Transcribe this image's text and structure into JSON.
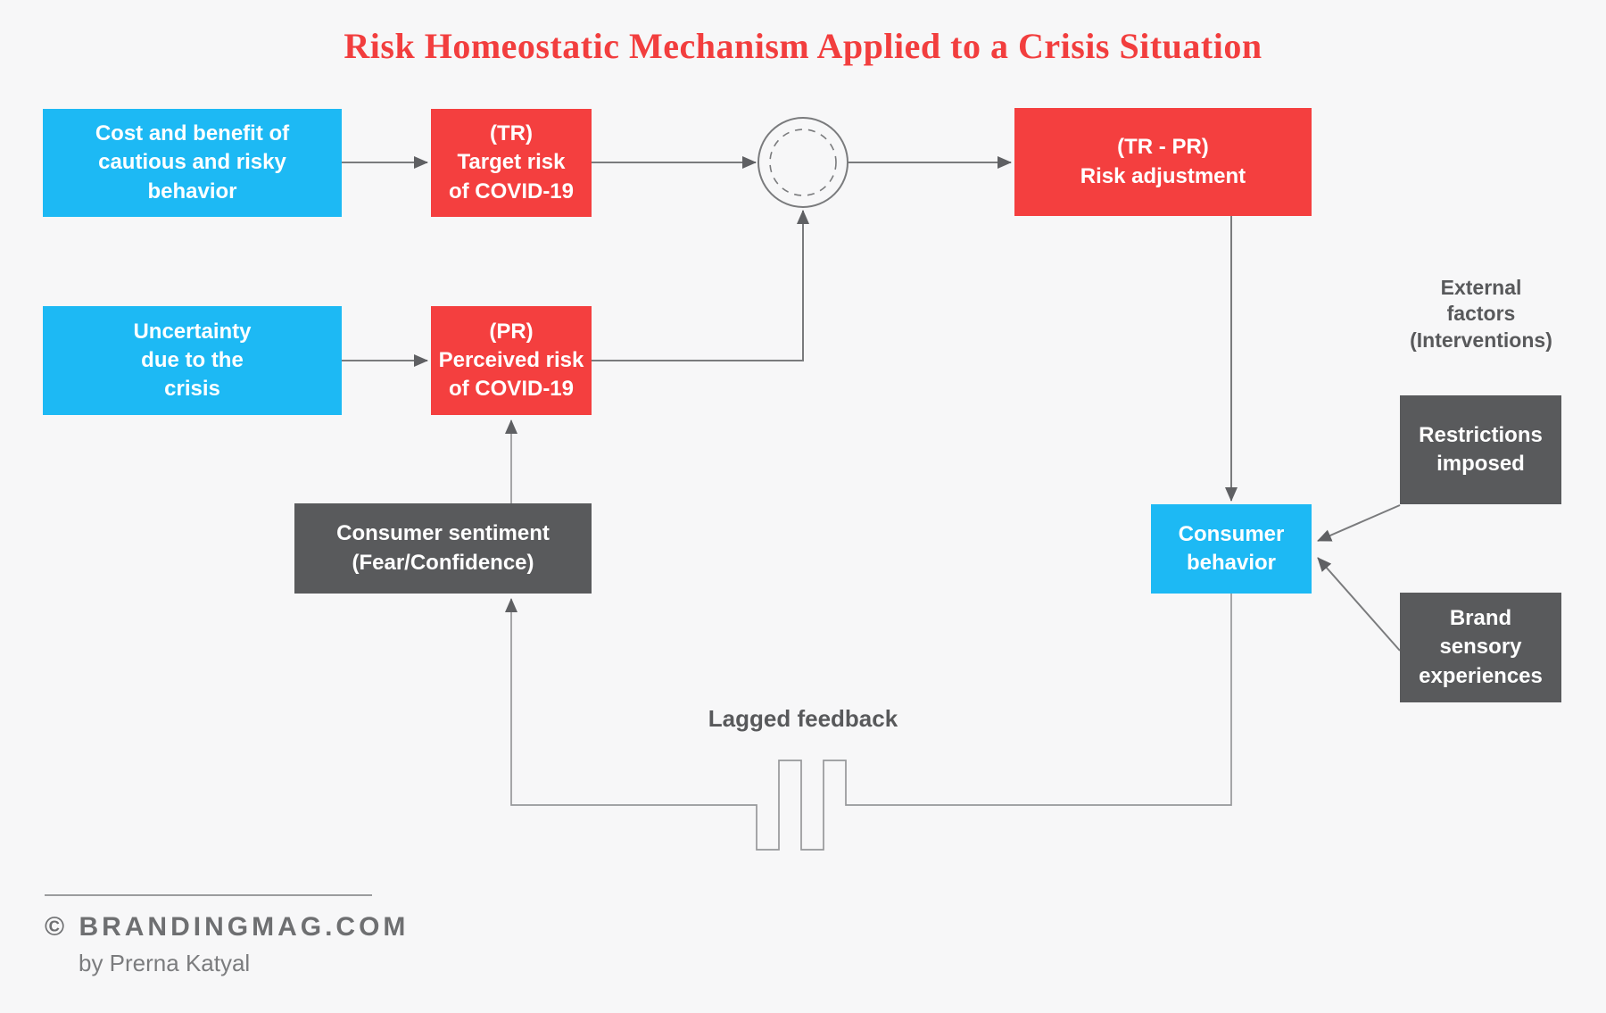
{
  "title": "Risk Homeostatic Mechanism Applied to a Crisis Situation",
  "colors": {
    "background": "#f7f7f8",
    "box_blue": "#1db9f4",
    "box_red": "#f43f3f",
    "box_gray": "#595a5c",
    "title_red": "#f23e3e",
    "text_gray": "#58595b",
    "line_gray": "#7a7b7d",
    "arrow_gray": "#5f6063",
    "feedback_gray": "#97989a",
    "footer_gray": "#6e6f71"
  },
  "boxes": {
    "cost_benefit": {
      "label": "Cost and benefit of\ncautious and risky\nbehavior"
    },
    "target_risk": {
      "label": "(TR)\nTarget risk\nof COVID-19"
    },
    "risk_adjustment": {
      "label": "(TR - PR)\nRisk adjustment"
    },
    "uncertainty": {
      "label": "Uncertainty\ndue to the\ncrisis"
    },
    "perceived_risk": {
      "label": "(PR)\nPerceived risk\nof COVID-19"
    },
    "consumer_sentiment": {
      "label": "Consumer sentiment\n(Fear/Confidence)"
    },
    "restrictions": {
      "label": "Restrictions\nimposed"
    },
    "consumer_behavior": {
      "label": "Consumer\nbehavior"
    },
    "brand_sensory": {
      "label": "Brand\nsensory\nexperiences"
    }
  },
  "labels": {
    "external_factors": "External\nfactors\n(Interventions)",
    "lagged_feedback": "Lagged feedback"
  },
  "footer": {
    "brand": "© BRANDINGMAG.COM",
    "byline": "by Prerna Katyal"
  }
}
